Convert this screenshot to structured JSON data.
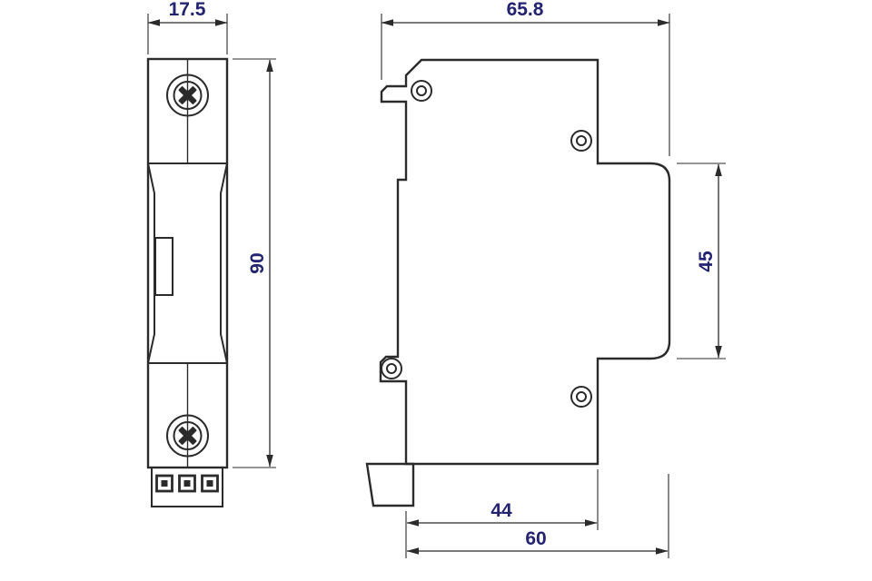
{
  "drawing": {
    "colors": {
      "line": "#2b2b2b",
      "dimension_text": "#232370",
      "background": "#ffffff"
    },
    "front_view": {
      "width_label": "17.5",
      "height_label": "90"
    },
    "side_view": {
      "width_label": "65.8",
      "flange_height_label": "45",
      "inner_depth_label": "44",
      "outer_depth_label": "60"
    }
  }
}
